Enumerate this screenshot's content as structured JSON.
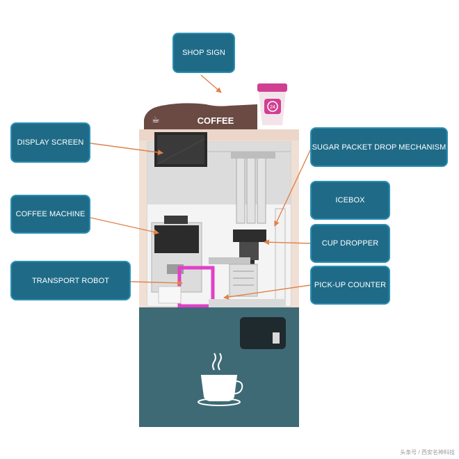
{
  "labels": {
    "shop_sign": "SHOP SIGN",
    "display_screen": "DISPLAY SCREEN",
    "coffee_machine": "COFFEE MACHINE",
    "transport_robot": "TRANSPORT ROBOT",
    "sugar_packet_drop": "SUGAR PACKET DROP MECHANISM",
    "icebox": "ICEBOX",
    "cup_dropper": "CUP DROPPER",
    "pickup_counter": "PICK-UP COUNTER"
  },
  "sign_text": "COFFEE",
  "cup_badge": "24",
  "watermark": "头条号 / 西安名神科技",
  "colors": {
    "label_fill": "#1f6b87",
    "label_border": "#2a8fb3",
    "arrow": "#e0824a",
    "cabinet_base": "#3e6a75",
    "highlight": "#e040c8",
    "sign_brown": "#6b4a44"
  }
}
